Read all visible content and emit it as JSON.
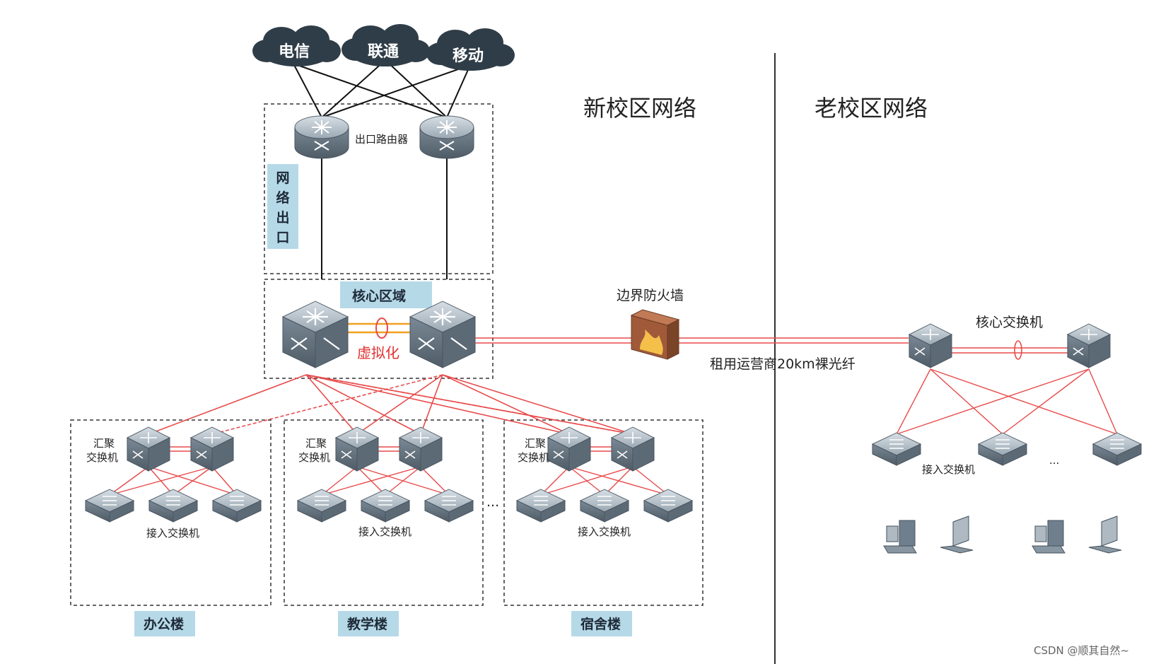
{
  "carriers": [
    "电信",
    "联通",
    "移动"
  ],
  "new_campus_title": "新校区网络",
  "old_campus_title": "老校区网络",
  "egress_router_label": "出口路由器",
  "egress_zone_label": "网络出口",
  "core_zone_label": "核心区域",
  "virtualization_label": "虚拟化",
  "firewall_label": "边界防火墙",
  "fiber_label": "租用运营商20km裸光纤",
  "old_core_label": "核心交换机",
  "old_access_label": "接入交换机",
  "aggregation_label": "汇聚交换机",
  "access_label": "接入交换机",
  "ellipsis": "...",
  "buildings": [
    "办公楼",
    "教学楼",
    "宿舍楼"
  ],
  "watermark": "CSDN @顺其自然~",
  "colors": {
    "link_red": "#e84a4a",
    "tag_bg": "#b6d9e8",
    "device": "#6f7f8d",
    "cloud": "#2f3d48"
  }
}
